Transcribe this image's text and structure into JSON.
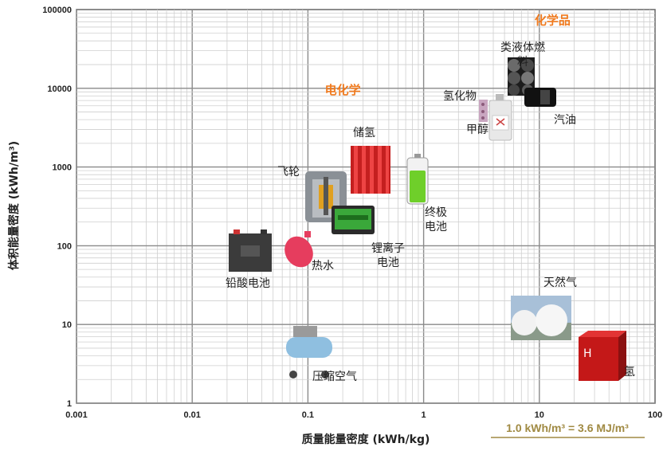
{
  "chart_data": {
    "type": "scatter",
    "title": "",
    "xlabel": "质量能量密度 (kWh/kg)",
    "ylabel": "体积能量密度 (kWh/m³)",
    "x_scale": "log",
    "y_scale": "log",
    "xlim": [
      0.001,
      100
    ],
    "ylim": [
      1,
      100000
    ],
    "x_ticks": [
      "0.001",
      "0.01",
      "0.1",
      "1",
      "10",
      "100"
    ],
    "y_ticks": [
      "1",
      "10",
      "100",
      "1000",
      "10000",
      "100000"
    ],
    "grid": true,
    "category_labels": [
      {
        "name": "电化学",
        "color": "#f07a1e",
        "x": 0.2,
        "y": 8500
      },
      {
        "name": "化学品",
        "color": "#f07a1e",
        "x": 13,
        "y": 65000
      }
    ],
    "points": [
      {
        "name": "类液体燃料",
        "x": 4,
        "y": 22000
      },
      {
        "name": "汽油",
        "x": 13,
        "y": 9000
      },
      {
        "name": "氢化物",
        "x": 2.8,
        "y": 9000
      },
      {
        "name": "甲醇",
        "x": 5.5,
        "y": 4000
      },
      {
        "name": "储氢",
        "x": 0.4,
        "y": 700
      },
      {
        "name": "终极电池",
        "x": 0.9,
        "y": 500
      },
      {
        "name": "飞轮",
        "x": 0.1,
        "y": 450
      },
      {
        "name": "锂离子电池",
        "x": 0.25,
        "y": 200
      },
      {
        "name": "热水",
        "x": 0.1,
        "y": 130
      },
      {
        "name": "铅酸电池",
        "x": 0.04,
        "y": 100
      },
      {
        "name": "天然气",
        "x": 13,
        "y": 15
      },
      {
        "name": "压缩空气",
        "x": 0.13,
        "y": 5
      },
      {
        "name": "氢",
        "x": 35,
        "y": 2.5
      }
    ],
    "annotation": "1.0 kWh/m³ = 3.6 MJ/m³"
  }
}
